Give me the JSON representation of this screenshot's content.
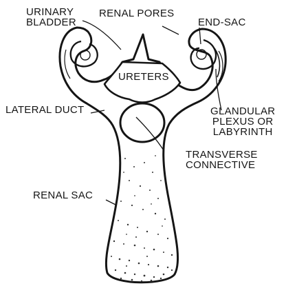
{
  "diagram": {
    "labels": {
      "urinary_bladder": [
        "URINARY",
        "BLADDER"
      ],
      "renal_pores": "RENAL PORES",
      "end_sac": "END-SAC",
      "ureters": "URETERS",
      "lateral_duct": "LATERAL DUCT",
      "glandular": [
        "GLANDULAR",
        "PLEXUS OR",
        "LABYRINTH"
      ],
      "transverse": [
        "TRANSVERSE",
        "CONNECTIVE"
      ],
      "renal_sac": "RENAL SAC"
    },
    "colors": {
      "ink": "#151515",
      "paper": "#ffffff",
      "stipple": "#333333"
    }
  }
}
